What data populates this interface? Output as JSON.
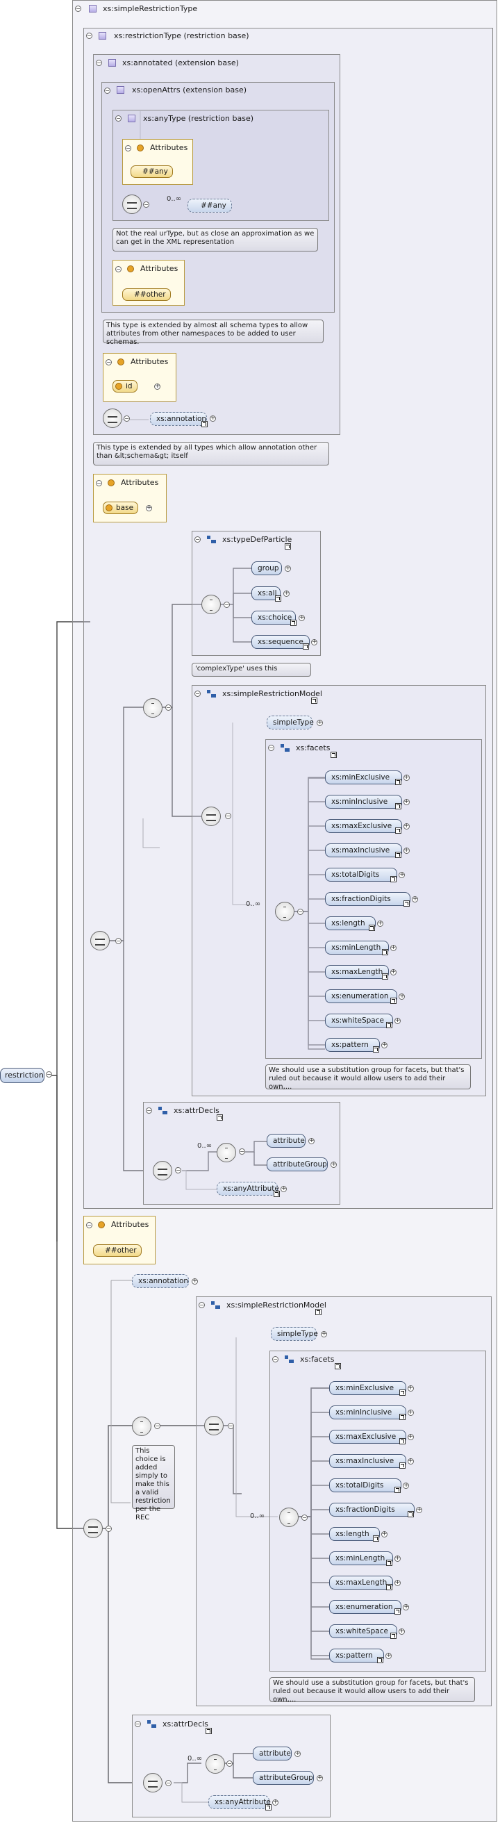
{
  "root": {
    "label": "restriction"
  },
  "header": {
    "title": "xs:simpleRestrictionType"
  },
  "restrictionType": {
    "title": "xs:restrictionType (restriction base)"
  },
  "annotated": {
    "title": "xs:annotated (extension base)",
    "note": "This type is extended by all types which allow annotation other than &lt;schema&gt; itself"
  },
  "openAttrs": {
    "title": "xs:openAttrs (extension base)",
    "note": "This type is extended by almost all schema types to allow attributes from other namespaces to be added to user schemas."
  },
  "anyType": {
    "title": "xs:anyType (restriction base)",
    "note": "Not the real urType, but as close an approximation as we can get in the XML representation",
    "occurs": "0..∞",
    "any_label": "##any"
  },
  "attributes_label": "Attributes",
  "any_attr": "##any",
  "other_attr": "##other",
  "id_attr": "id",
  "base_attr": "base",
  "annotation_label": "xs:annotation",
  "typeDefParticle": {
    "title": "xs:typeDefParticle",
    "items": [
      "group",
      "xs:all",
      "xs:choice",
      "xs:sequence"
    ],
    "note": "'complexType' uses this"
  },
  "simpleRestrictionModel": {
    "title": "xs:simpleRestrictionModel",
    "simpleType": "simpleType"
  },
  "facets": {
    "title": "xs:facets",
    "occurs": "0..∞",
    "items": [
      "xs:minExclusive",
      "xs:minInclusive",
      "xs:maxExclusive",
      "xs:maxInclusive",
      "xs:totalDigits",
      "xs:fractionDigits",
      "xs:length",
      "xs:minLength",
      "xs:maxLength",
      "xs:enumeration",
      "xs:whiteSpace",
      "xs:pattern"
    ],
    "note": "We should use a substitution group for facets, but that's ruled out because it would allow users to add their own,..."
  },
  "attrDecls": {
    "title": "xs:attrDecls",
    "occurs": "0..∞",
    "items": [
      "attribute",
      "attributeGroup"
    ],
    "any": "xs:anyAttribute"
  },
  "choice_note": "This choice is added simply to make this a valid restriction per the REC"
}
